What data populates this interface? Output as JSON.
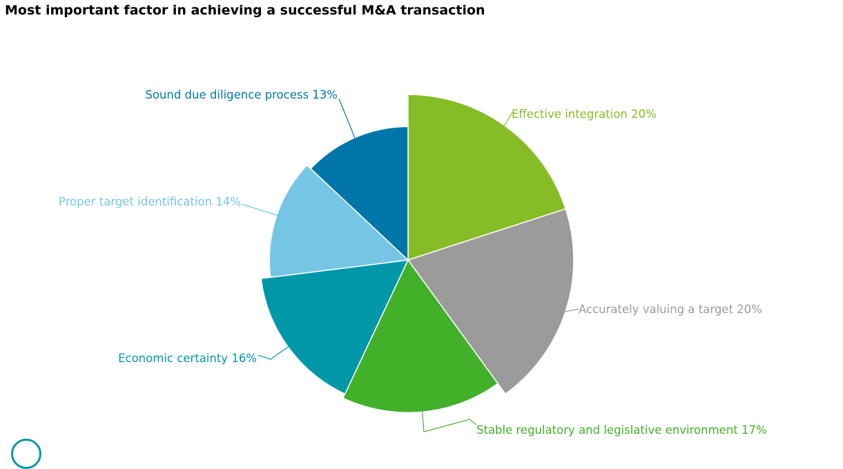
{
  "title": "Most important factor in achieving a successful M&A transaction",
  "chart_data": {
    "type": "pie",
    "variant": "variable-radius",
    "title": "Most important factor in achieving a successful M&A transaction",
    "unit": "%",
    "start_angle": "12 o'clock",
    "direction": "clockwise",
    "slices": [
      {
        "label": "Effective integration",
        "value": 20,
        "color": "#86bc25"
      },
      {
        "label": "Accurately valuing a target",
        "value": 20,
        "color": "#9b9b9b"
      },
      {
        "label": "Stable regulatory and legislative environment",
        "value": 17,
        "color": "#43b02a"
      },
      {
        "label": "Economic certainty",
        "value": 16,
        "color": "#0097a9"
      },
      {
        "label": "Proper target identification",
        "value": 14,
        "color": "#75c6e5"
      },
      {
        "label": "Sound due diligence process",
        "value": 13,
        "color": "#0076a8"
      }
    ],
    "grid": false,
    "legend": "none (slice labels with connector lines)"
  }
}
